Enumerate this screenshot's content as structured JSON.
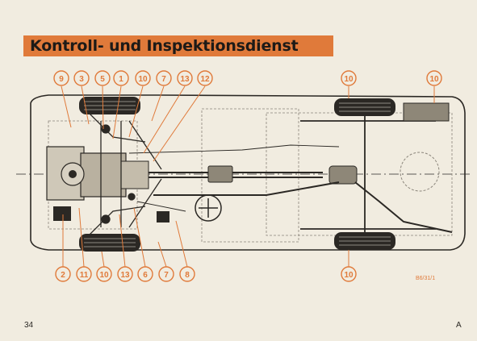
{
  "page": {
    "title": "Kontroll- und Inspektionsdienst",
    "page_number": "34",
    "section_letter": "A",
    "figure_code": "B6/31/1"
  },
  "callouts": {
    "top": [
      "9",
      "3",
      "5",
      "1",
      "10",
      "7",
      "13",
      "12",
      "10",
      "10"
    ],
    "bottom": [
      "2",
      "11",
      "10",
      "13",
      "6",
      "7",
      "8",
      "10"
    ]
  },
  "colors": {
    "accent": "#e07a3a",
    "line": "#2b2824",
    "paper": "#f1ece0"
  }
}
